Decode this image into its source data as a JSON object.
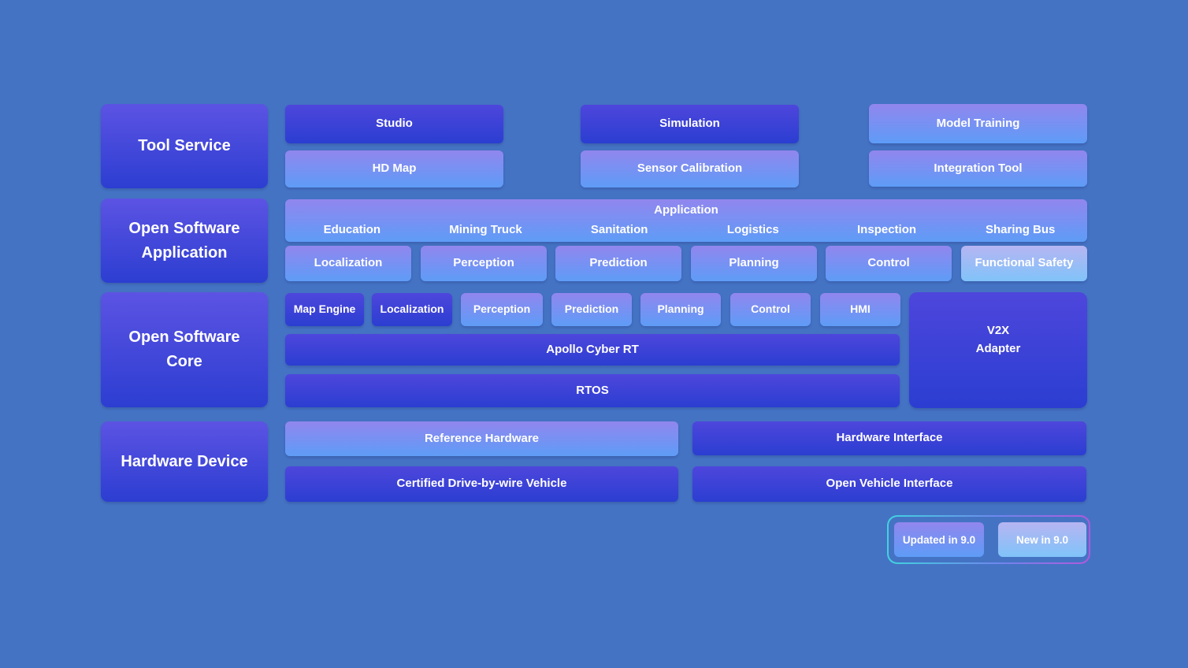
{
  "page": {
    "background_color": "#4573c4"
  },
  "sidebar": {
    "categories": [
      "Tool Service",
      "Open Software Application",
      "Open Software Core",
      "Hardware Device"
    ]
  },
  "tool_service": {
    "studio": "Studio",
    "hd_map": "HD Map",
    "simulation": "Simulation",
    "sensor_calibration": "Sensor Calibration",
    "model_training": "Model Training",
    "integration_tool": "Integration Tool"
  },
  "application": {
    "title": "Application",
    "domains": [
      "Education",
      "Mining Truck",
      "Sanitation",
      "Logistics",
      "Inspection",
      "Sharing Bus"
    ],
    "modules": [
      "Localization",
      "Perception",
      "Prediction",
      "Planning",
      "Control",
      "Functional Safety"
    ]
  },
  "core": {
    "modules": [
      "Map Engine",
      "Localization",
      "Perception",
      "Prediction",
      "Planning",
      "Control",
      "HMI"
    ],
    "cyber_rt": "Apollo Cyber RT",
    "rtos": "RTOS",
    "v2x": {
      "line1": "V2X",
      "line2": "Adapter"
    }
  },
  "hardware": {
    "reference_hardware": "Reference Hardware",
    "certified_vehicle": "Certified Drive-by-wire Vehicle",
    "hardware_interface": "Hardware Interface",
    "open_vehicle_interface": "Open Vehicle Interface"
  },
  "legend": {
    "updated": "Updated in 9.0",
    "new": "New in 9.0"
  },
  "colors": {
    "background": "#4573c4",
    "base_box_top": "#4e46dc",
    "base_box_bottom": "#2b3ed1",
    "category_box_top": "#5c53e3",
    "category_box_bottom": "#2c3ed1",
    "updated_box_top": "#9186ee",
    "updated_box_bottom": "#5e9cf7",
    "new_box_top": "#b6b5f2",
    "new_box_bottom": "#80c3f9",
    "legend_border_left": "#3fd4df",
    "legend_border_right": "#b158dd",
    "text": "#ffffff"
  }
}
